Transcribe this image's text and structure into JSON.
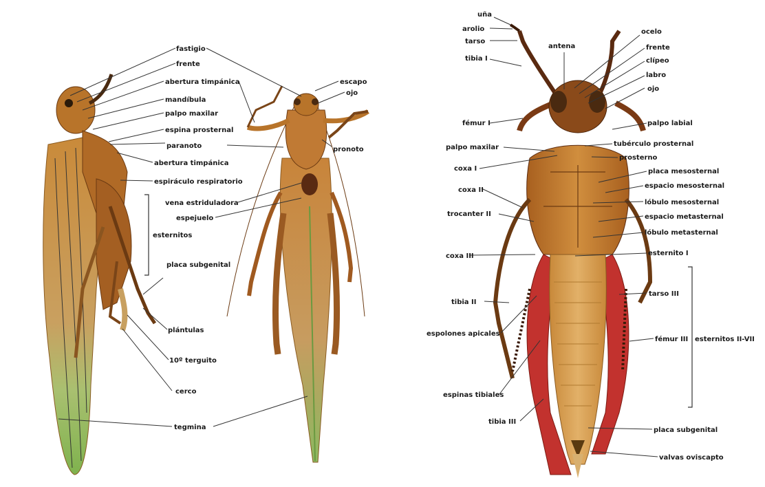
{
  "left_panel": {
    "labels": {
      "fastigio": "fastigio",
      "frente": "frente",
      "abertura_timpanica_top": "abertura timpánica",
      "escapo": "escapo",
      "ojo": "ojo",
      "mandibula": "mandíbula",
      "palpo_maxilar": "palpo maxilar",
      "espina_prosternal": "espina prosternal",
      "paranoto": "paranoto",
      "pronoto": "pronoto",
      "abertura_timpanica_side": "abertura timpánica",
      "espiraculo_respiratorio": "espiráculo respiratorio",
      "vena_estriduladora": "vena estriduladora",
      "espejuelo": "espejuelo",
      "esternitos": "esternitos",
      "placa_subgenital": "placa subgenital",
      "plantulas": "plántulas",
      "tergito_10": "10º terguito",
      "cerco": "cerco",
      "tegmina": "tegmina"
    }
  },
  "right_panel": {
    "labels": {
      "una": "uña",
      "arolio": "arolio",
      "tarso": "tarso",
      "antena": "antena",
      "ocelo": "ocelo",
      "frente": "frente",
      "tibia_I": "tibia I",
      "clipeo": "clípeo",
      "labro": "labro",
      "ojo": "ojo",
      "femur_I": "fémur I",
      "palpo_labial": "palpo labial",
      "palpo_maxilar": "palpo maxilar",
      "tuberculo_prosternal": "tubérculo prosternal",
      "coxa_I": "coxa I",
      "prosterno": "prosterno",
      "placa_mesosternal": "placa mesosternal",
      "coxa_II": "coxa II",
      "espacio_mesosternal": "espacio mesosternal",
      "lobulo_mesosternal": "lóbulo mesosternal",
      "trocanter_II": "trocanter II",
      "espacio_metasternal": "espacio metasternal",
      "lobulo_metasternal": "lóbulo metasternal",
      "coxa_III": "coxa III",
      "esternito_I": "esternito I",
      "tibia_II": "tibia II",
      "tarso_III": "tarso III",
      "espolones_apicales": "espolones apicales",
      "femur_III": "fémur III",
      "esternitos_II_VII": "esternitos II-VII",
      "espinas_tibiales": "espinas tibiales",
      "tibia_III": "tibia III",
      "placa_subgenital": "placa subgenital",
      "valvas_oviscapto": "valvas oviscapto"
    }
  },
  "colors": {
    "body_brown": "#b8742a",
    "dark_brown": "#6b3a12",
    "tegmina_green": "#8fbf5a",
    "hind_red": "#c2322e",
    "cream": "#e7c078"
  }
}
